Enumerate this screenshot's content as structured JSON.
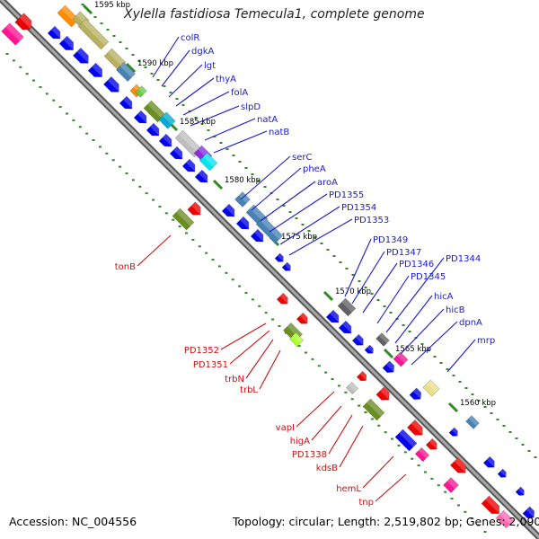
{
  "title": "Xylella fastidiosa Temecula1, complete genome",
  "footer": {
    "accession": "Accession: NC_004556",
    "topology": "Topology: circular; Length: 2,519,802 bp; Genes: 2,090"
  },
  "colors": {
    "backbone": "#808080",
    "dot": "#2e8b22",
    "forward_label": "#1a1acc",
    "reverse_label": "#cc1111",
    "forward_gene": "#0000ee",
    "reverse_gene": "#ee0000"
  },
  "tick_labels": [
    "1595 kbp",
    "1590 kbp",
    "1585 kbp",
    "1580 kbp",
    "1575 kbp",
    "1570 kbp",
    "1565 kbp",
    "1560 kbp"
  ],
  "forward_labels": [
    "colR",
    "dgkA",
    "lgt",
    "thyA",
    "folA",
    "slpD",
    "natA",
    "natB",
    "serC",
    "pheA",
    "aroA",
    "PD1355",
    "PD1354",
    "PD1353",
    "PD1349",
    "PD1347",
    "PD1346",
    "PD1345",
    "PD1344",
    "hicA",
    "hicB",
    "dpnA",
    "mrp"
  ],
  "reverse_labels": [
    "tonB",
    "PD1352",
    "PD1351",
    "trbN",
    "trbL",
    "vapI",
    "higA",
    "PD1338",
    "kdsB",
    "hemL",
    "tnp"
  ]
}
